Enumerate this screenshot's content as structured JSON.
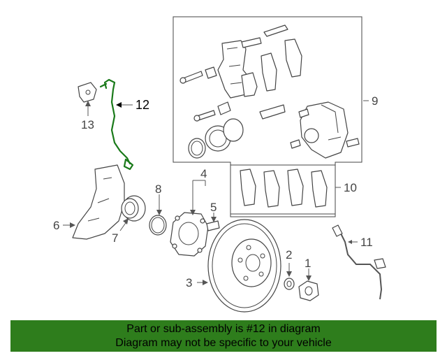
{
  "diagram": {
    "callouts": [
      {
        "id": "1",
        "label": "1"
      },
      {
        "id": "2",
        "label": "2"
      },
      {
        "id": "3",
        "label": "3"
      },
      {
        "id": "4",
        "label": "4"
      },
      {
        "id": "5",
        "label": "5"
      },
      {
        "id": "6",
        "label": "6"
      },
      {
        "id": "7",
        "label": "7"
      },
      {
        "id": "8",
        "label": "8"
      },
      {
        "id": "9",
        "label": "9"
      },
      {
        "id": "10",
        "label": "10"
      },
      {
        "id": "11",
        "label": "11"
      },
      {
        "id": "12",
        "label": "12"
      },
      {
        "id": "13",
        "label": "13"
      }
    ],
    "highlighted_part": "12",
    "highlight_color": "#1a7a1a"
  },
  "banner": {
    "line1": "Part or sub-assembly is #12 in diagram",
    "line2": "Diagram may not be specific to your vehicle",
    "background": "#2e7d1c"
  }
}
